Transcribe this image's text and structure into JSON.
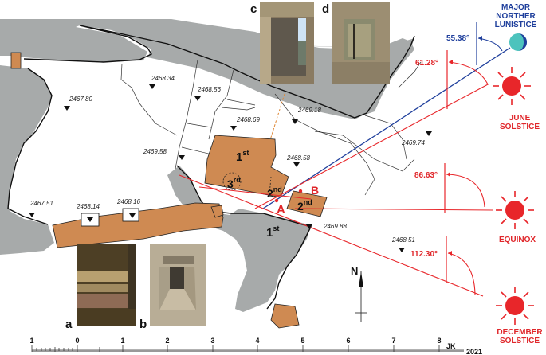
{
  "colors": {
    "rock_gray": "#a7aaaa",
    "structure_orange": "#cf8a52",
    "sun_red": "#e8262a",
    "moon_blue": "#1f3f9c",
    "moon_teal": "#4cc3bd"
  },
  "photos": [
    {
      "label": "a",
      "description": "stone window opening, horizontal lintels"
    },
    {
      "label": "b",
      "description": "narrow stone corridor"
    },
    {
      "label": "c",
      "description": "stone window with staircase and sky"
    },
    {
      "label": "d",
      "description": "stone niche/doorway"
    }
  ],
  "elevations": [
    {
      "value": "2467.80"
    },
    {
      "value": "2468.34"
    },
    {
      "value": "2468.56"
    },
    {
      "value": "2468.69"
    },
    {
      "value": "2469.18"
    },
    {
      "value": "2469.58"
    },
    {
      "value": "2469.74"
    },
    {
      "value": "2468.58"
    },
    {
      "value": "2467.51"
    },
    {
      "value": "2468.14"
    },
    {
      "value": "2468.16"
    },
    {
      "value": "2469.88"
    },
    {
      "value": "2468.51"
    }
  ],
  "buildings": {
    "first_upper": {
      "num": "1",
      "sup": "st"
    },
    "third": {
      "num": "3",
      "sup": "rd"
    },
    "second_left": {
      "num": "2",
      "sup": "nd"
    },
    "second_right": {
      "num": "2",
      "sup": "nd"
    },
    "first_lower": {
      "num": "1",
      "sup": "st"
    }
  },
  "points": {
    "a": "A",
    "b": "B"
  },
  "alignments": [
    {
      "event_line1": "MAJOR",
      "event_line2": "NORTHER",
      "event_line3": "LUNISTICE",
      "azimuth": "55.38°",
      "color": "#1f3f9c",
      "icon": "moon-icon"
    },
    {
      "event_line1": "JUNE",
      "event_line2": "SOLSTICE",
      "azimuth": "61.28°",
      "color": "#e8262a",
      "icon": "sun-icon"
    },
    {
      "event_line1": "EQUINOX",
      "azimuth": "86.63°",
      "color": "#e8262a",
      "icon": "sun-icon"
    },
    {
      "event_line1": "DECEMBER",
      "event_line2": "SOLSTICE",
      "azimuth": "112.30°",
      "color": "#e8262a",
      "icon": "sun-icon"
    }
  ],
  "north_arrow": {
    "label": "N"
  },
  "scale_bar": {
    "ticks": [
      "1",
      "0",
      "1",
      "2",
      "3",
      "4",
      "5",
      "6",
      "7",
      "8"
    ],
    "author": "JK",
    "year": "2021"
  }
}
